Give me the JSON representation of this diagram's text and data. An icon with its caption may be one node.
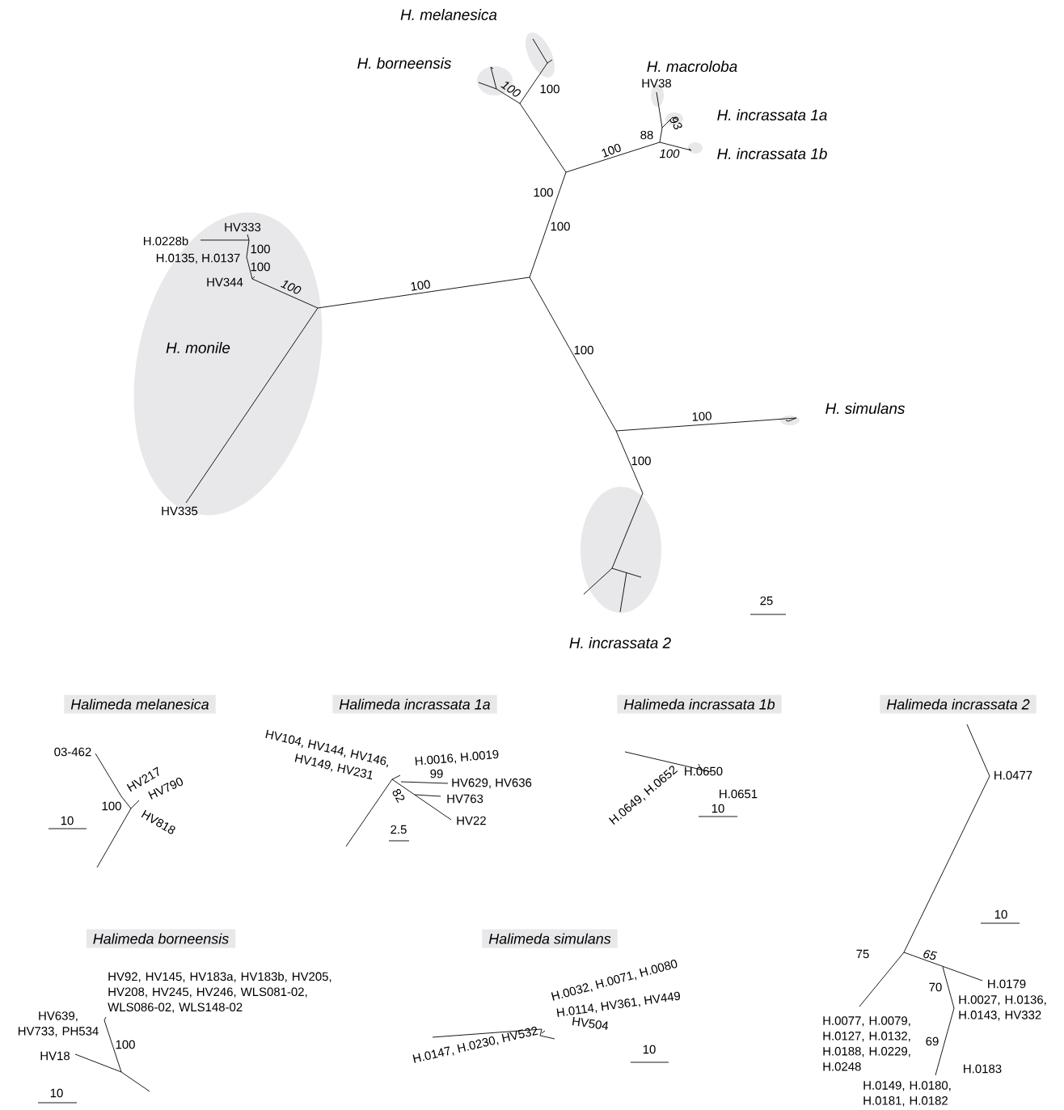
{
  "diagram": {
    "nodes": [
      {
        "text": [
          "Halimeda melanesica"
        ]
      },
      {
        "text": [
          "Halimeda incrassata 1a"
        ]
      },
      {
        "text": [
          "Halimeda incrassata 1b"
        ]
      },
      {
        "text": [
          "Halimeda incrassata 2"
        ]
      },
      {
        "text": [
          "Halimeda borneensis"
        ]
      },
      {
        "text": [
          "Halimeda simulans"
        ]
      }
    ],
    "labels": [
      "H. melanesica",
      "H. borneensis",
      "100",
      "100",
      "H. macroloba",
      "HV38",
      "H. incrassata 1a",
      "93",
      "88",
      "100",
      "H. incrassata 1b",
      "100",
      "100",
      "100",
      "HV333",
      "H.0228b",
      "100",
      "H.0135, H.0137",
      "100",
      "HV344",
      "100",
      "100",
      "H. monile",
      "100",
      "HV335",
      "100",
      "H. simulans",
      "100",
      "25",
      "H. incrassata 2",
      "03-462",
      "HV217",
      "HV790",
      "100",
      "HV818",
      "10",
      "HV104, HV144, HV146,",
      "HV149, HV231",
      "H.0016, H.0019",
      "99",
      "HV629, HV636",
      "82",
      "HV763",
      "HV22",
      "2.5",
      "H.0650",
      "H.0651",
      "H.0649, H.0652",
      "10",
      "H.0477",
      "10",
      "65",
      "75",
      "H.0179",
      "70",
      "H.0027, H.0136, H.0143, HV332",
      "H.0077, H.0079, H.0127, H.0132, H.0188, H.0229, H.0248",
      "69",
      "H.0183",
      "H.0149, H.0180, H.0181, H.0182",
      "HV92, HV145, HV183a, HV183b, HV205, HV208, HV245, HV246, WLS081-02, WLS086-02, WLS148-02",
      "HV639, HV733, PH534",
      "100",
      "HV18",
      "10",
      "H.0032, H.0071, H.0080",
      "H.0114, HV361, HV449",
      "HV504",
      "H.0147, H.0230, HV532",
      "10"
    ]
  }
}
